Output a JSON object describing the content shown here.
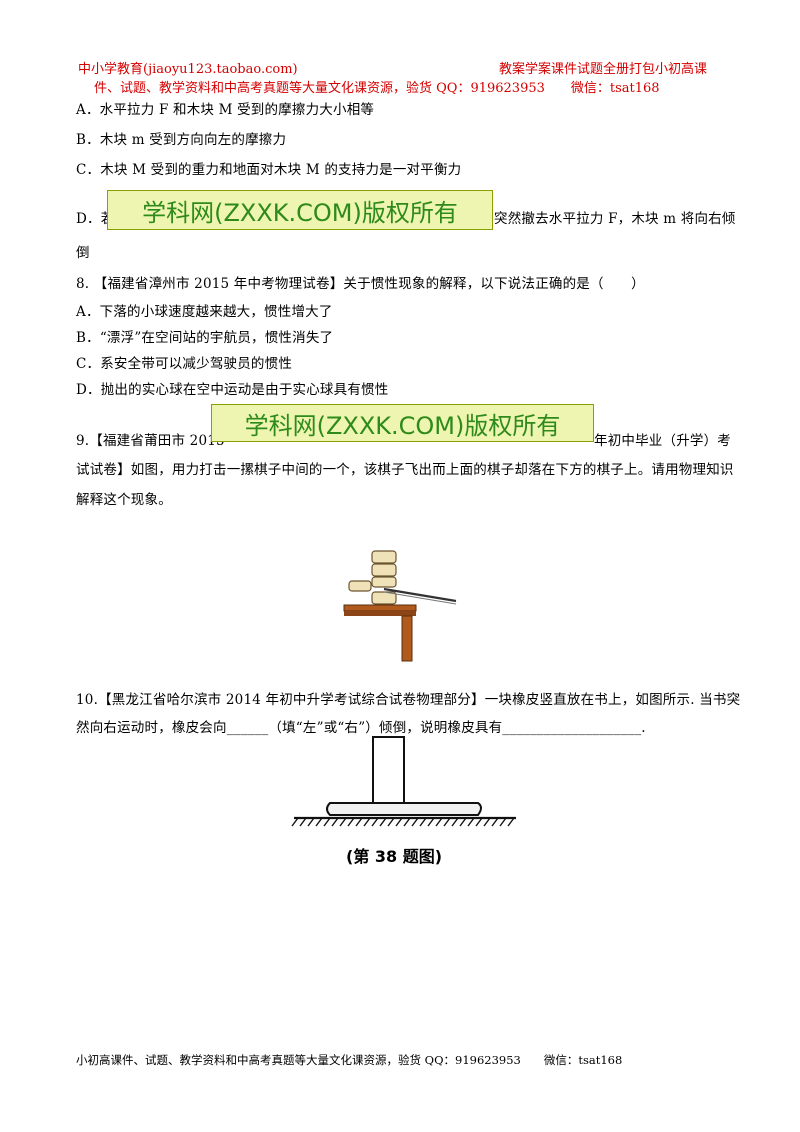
{
  "header": {
    "left": "中小学教育(jiaoyu123.taobao.com)",
    "right": "教案学案课件试题全册打包小初高课",
    "line2": "件、试题、教学资料和中高考真题等大量文化课资源，验货 QQ：919623953　　微信：tsat168"
  },
  "q7": {
    "optA": "A．水平拉力 F 和木块 M 受到的摩擦力大小相等",
    "optB": "B．木块 m 受到方向向左的摩擦力",
    "optC": "C．木块 M 受到的重力和地面对木块 M 的支持力是一对平衡力",
    "optD_start": "D．若",
    "optD_end": "突然撤去水平拉力 F，木块 m 将向右倾",
    "optD_cont": "倒"
  },
  "watermark": "学科网(ZXXK.COM)版权所有",
  "q8": {
    "stem": "8. 【福建省漳州市 2015 年中考物理试卷】关于惯性现象的解释，以下说法正确的是（　　）",
    "optA": "A．下落的小球速度越来越大，惯性增大了",
    "optB": "B．“漂浮”在空间站的宇航员，惯性消失了",
    "optC": "C．系安全带可以减少驾驶员的惯性",
    "optD": "D．抛出的实心球在空中运动是由于实心球具有惯性"
  },
  "q9": {
    "start": "9.【福建省莆田市 2015",
    "end": "年初中毕业（升学）考",
    "line2": "试试卷】如图，用力打击一摞棋子中间的一个，该棋子飞出而上面的棋子却落在下方的棋子上。请用物理知识",
    "line3": "解释这个现象。"
  },
  "q10": {
    "line1": "10.【黑龙江省哈尔滨市 2014 年初中升学考试综合试卷物理部分】一块橡皮竖直放在书上，如图所示. 当书突",
    "line2": "然向右运动时，橡皮会向______（填“左”或“右”）倾倒，说明橡皮具有____________________.",
    "figure_caption": "(第 38 题图)"
  },
  "footer": "小初高课件、试题、教学资料和中高考真题等大量文化课资源，验货 QQ：919623953　　微信：tsat168"
}
